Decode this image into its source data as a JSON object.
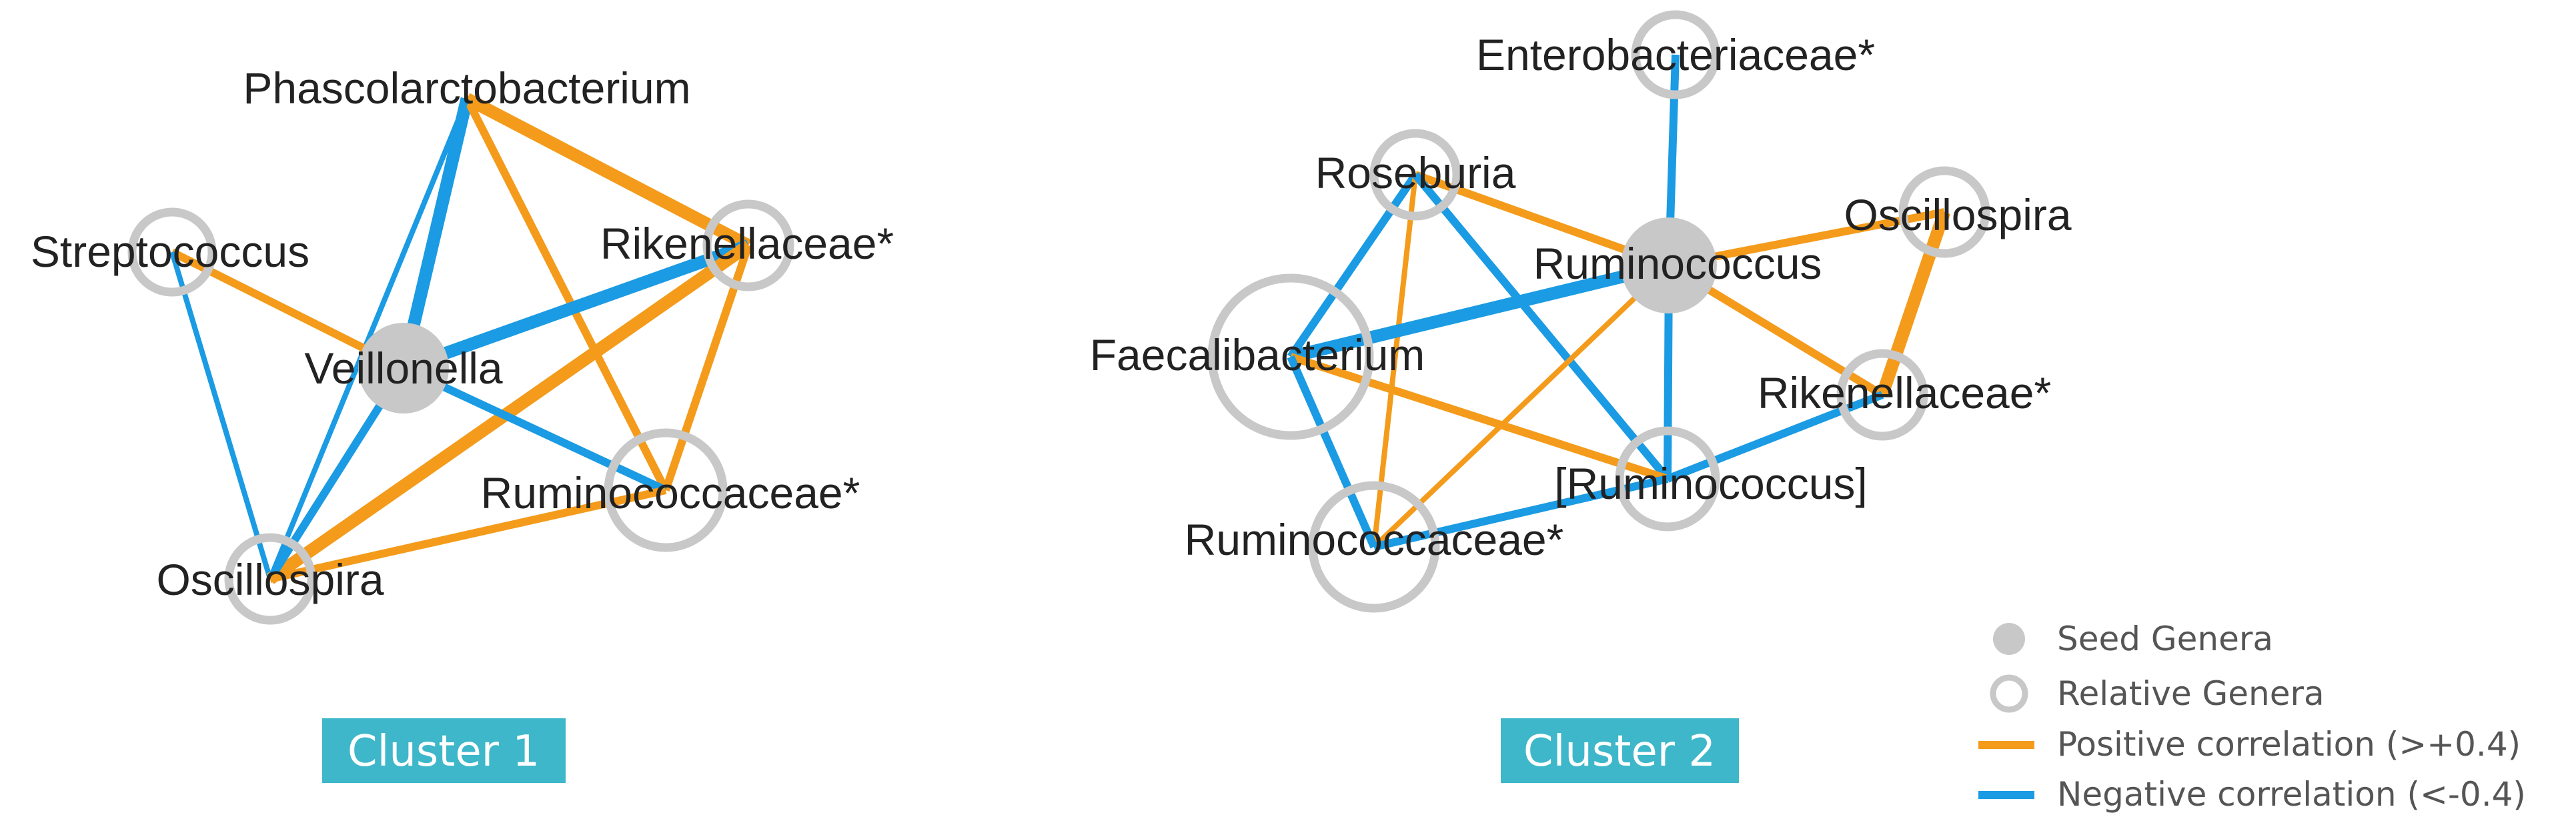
{
  "colors": {
    "positive": "#F49B1B",
    "negative": "#1A9BE3",
    "node_ring": "#C8C8C8",
    "seed_fill": "#C8C8C8",
    "cluster_box": "#3DB7C9"
  },
  "clusters": [
    {
      "label": "Cluster 1",
      "nodes": [
        {
          "id": "phascolarctobacterium",
          "label": "Phascolarctobacterium",
          "kind": "relative"
        },
        {
          "id": "streptococcus",
          "label": "Streptococcus",
          "kind": "relative"
        },
        {
          "id": "rikenellaceae",
          "label": "Rikenellaceae*",
          "kind": "relative"
        },
        {
          "id": "veillonella",
          "label": "Veillonella",
          "kind": "seed"
        },
        {
          "id": "ruminococcaceae",
          "label": "Ruminococcaceae*",
          "kind": "relative"
        },
        {
          "id": "oscillospira",
          "label": "Oscillospira",
          "kind": "relative"
        }
      ],
      "edges": [
        {
          "from": "phascolarctobacterium",
          "to": "veillonella",
          "sign": "negative",
          "strength": "strong"
        },
        {
          "from": "phascolarctobacterium",
          "to": "rikenellaceae",
          "sign": "positive",
          "strength": "strong"
        },
        {
          "from": "phascolarctobacterium",
          "to": "ruminococcaceae",
          "sign": "positive",
          "strength": "medium"
        },
        {
          "from": "phascolarctobacterium",
          "to": "oscillospira",
          "sign": "negative",
          "strength": "weak"
        },
        {
          "from": "streptococcus",
          "to": "veillonella",
          "sign": "positive",
          "strength": "medium"
        },
        {
          "from": "streptococcus",
          "to": "oscillospira",
          "sign": "negative",
          "strength": "weak"
        },
        {
          "from": "rikenellaceae",
          "to": "veillonella",
          "sign": "negative",
          "strength": "strong"
        },
        {
          "from": "rikenellaceae",
          "to": "oscillospira",
          "sign": "positive",
          "strength": "strong"
        },
        {
          "from": "rikenellaceae",
          "to": "ruminococcaceae",
          "sign": "positive",
          "strength": "medium"
        },
        {
          "from": "veillonella",
          "to": "ruminococcaceae",
          "sign": "negative",
          "strength": "medium"
        },
        {
          "from": "veillonella",
          "to": "oscillospira",
          "sign": "negative",
          "strength": "medium"
        },
        {
          "from": "ruminococcaceae",
          "to": "oscillospira",
          "sign": "positive",
          "strength": "medium"
        }
      ]
    },
    {
      "label": "Cluster 2",
      "nodes": [
        {
          "id": "enterobacteriaceae",
          "label": "Enterobacteriaceae*",
          "kind": "relative"
        },
        {
          "id": "roseburia",
          "label": "Roseburia",
          "kind": "relative"
        },
        {
          "id": "ruminococcus",
          "label": "Ruminococcus",
          "kind": "seed"
        },
        {
          "id": "oscillospira2",
          "label": "Oscillospira",
          "kind": "relative"
        },
        {
          "id": "faecalibacterium",
          "label": "Faecalibacterium",
          "kind": "relative"
        },
        {
          "id": "rikenellaceae2",
          "label": "Rikenellaceae*",
          "kind": "relative"
        },
        {
          "id": "ruminococcus_b",
          "label": "[Ruminococcus]",
          "kind": "relative"
        },
        {
          "id": "ruminococcaceae2",
          "label": "Ruminococcaceae*",
          "kind": "relative"
        }
      ],
      "edges": [
        {
          "from": "enterobacteriaceae",
          "to": "ruminococcus",
          "sign": "negative",
          "strength": "medium"
        },
        {
          "from": "roseburia",
          "to": "ruminococcus",
          "sign": "positive",
          "strength": "medium"
        },
        {
          "from": "roseburia",
          "to": "faecalibacterium",
          "sign": "negative",
          "strength": "medium"
        },
        {
          "from": "roseburia",
          "to": "ruminococcaceae2",
          "sign": "positive",
          "strength": "weak"
        },
        {
          "from": "roseburia",
          "to": "ruminococcus_b",
          "sign": "negative",
          "strength": "medium"
        },
        {
          "from": "ruminococcus",
          "to": "oscillospira2",
          "sign": "positive",
          "strength": "medium"
        },
        {
          "from": "ruminococcus",
          "to": "faecalibacterium",
          "sign": "negative",
          "strength": "strong"
        },
        {
          "from": "ruminococcus",
          "to": "rikenellaceae2",
          "sign": "positive",
          "strength": "medium"
        },
        {
          "from": "ruminococcus",
          "to": "ruminococcus_b",
          "sign": "negative",
          "strength": "medium"
        },
        {
          "from": "ruminococcus",
          "to": "ruminococcaceae2",
          "sign": "positive",
          "strength": "weak"
        },
        {
          "from": "oscillospira2",
          "to": "rikenellaceae2",
          "sign": "positive",
          "strength": "strong"
        },
        {
          "from": "faecalibacterium",
          "to": "ruminococcus_b",
          "sign": "positive",
          "strength": "medium"
        },
        {
          "from": "faecalibacterium",
          "to": "ruminococcaceae2",
          "sign": "negative",
          "strength": "medium"
        },
        {
          "from": "rikenellaceae2",
          "to": "ruminococcus_b",
          "sign": "negative",
          "strength": "medium"
        },
        {
          "from": "ruminococcus_b",
          "to": "ruminococcaceae2",
          "sign": "negative",
          "strength": "medium"
        }
      ]
    }
  ],
  "legend": {
    "seed": "Seed Genera",
    "relative": "Relative Genera",
    "positive": "Positive correlation (>+0.4)",
    "negative": "Negative correlation (<-0.4)"
  }
}
